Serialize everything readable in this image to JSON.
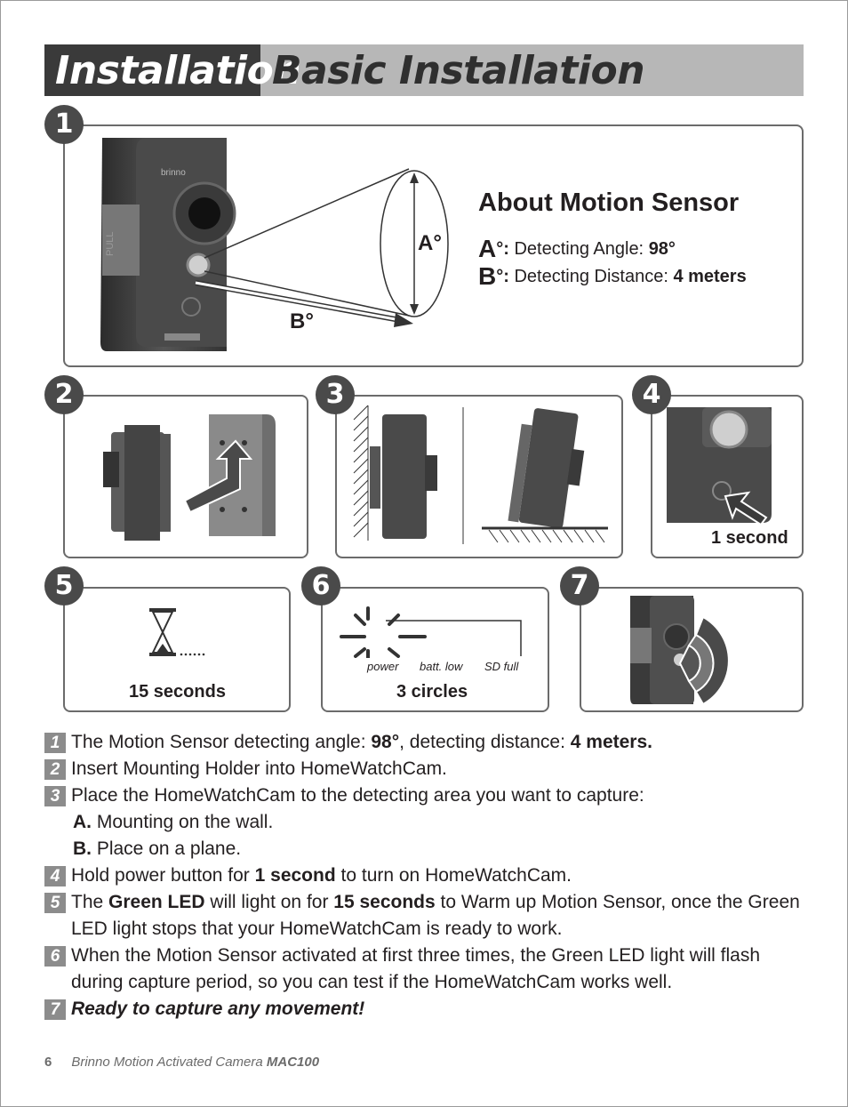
{
  "header": {
    "section": "Installation",
    "title": "Basic Installation"
  },
  "panel1": {
    "number": "1",
    "device_brand": "brinno",
    "device_pull": "PULL",
    "label_a": "A°",
    "label_b": "B°",
    "title": "About Motion Sensor",
    "line_a": {
      "key": "A",
      "suffix": "°:",
      "label": " Detecting Angle: ",
      "value": "98°"
    },
    "line_b": {
      "key": "B",
      "suffix": "°:",
      "label": " Detecting Distance: ",
      "value": "4 meters"
    }
  },
  "panel2": {
    "number": "2"
  },
  "panel3": {
    "number": "3"
  },
  "panel4": {
    "number": "4",
    "caption": "1 second"
  },
  "panel5": {
    "number": "5",
    "caption": "15 seconds"
  },
  "panel6": {
    "number": "6",
    "caption": "3 circles",
    "led_labels": [
      "power",
      "batt. low",
      "SD full"
    ]
  },
  "panel7": {
    "number": "7"
  },
  "steps": [
    {
      "n": "1",
      "parts": [
        {
          "t": "The Motion Sensor detecting angle: "
        },
        {
          "b": "98°"
        },
        {
          "t": ", detecting distance: "
        },
        {
          "b": "4 meters."
        }
      ]
    },
    {
      "n": "2",
      "parts": [
        {
          "t": "Insert Mounting Holder into HomeWatchCam."
        }
      ]
    },
    {
      "n": "3",
      "parts": [
        {
          "t": " Place the HomeWatchCam to the detecting area you want to capture:"
        }
      ]
    },
    {
      "n": "4",
      "parts": [
        {
          "t": "Hold power button for "
        },
        {
          "b": "1 second"
        },
        {
          "t": " to turn on HomeWatchCam."
        }
      ]
    },
    {
      "n": "5",
      "parts": [
        {
          "t": "The "
        },
        {
          "b": "Green LED"
        },
        {
          "t": " will light on for "
        },
        {
          "b": "15 seconds"
        },
        {
          "t": " to Warm up Motion Sensor, once the Green LED light stops that your HomeWatchCam is ready to work."
        }
      ]
    },
    {
      "n": "6",
      "parts": [
        {
          "t": "When the Motion Sensor activated at first three times, the Green LED light will flash during capture period, so you can test if the HomeWatchCam works well."
        }
      ]
    },
    {
      "n": "7",
      "parts": [
        {
          "bi": "Ready to capture any movement!"
        }
      ]
    }
  ],
  "step3_sub": [
    {
      "key": "A.",
      "text": " Mounting on the wall."
    },
    {
      "key": "B.",
      "text": " Place on a plane."
    }
  ],
  "footer": {
    "page": "6",
    "text": "Brinno Motion Activated Camera ",
    "model": "MAC100"
  }
}
